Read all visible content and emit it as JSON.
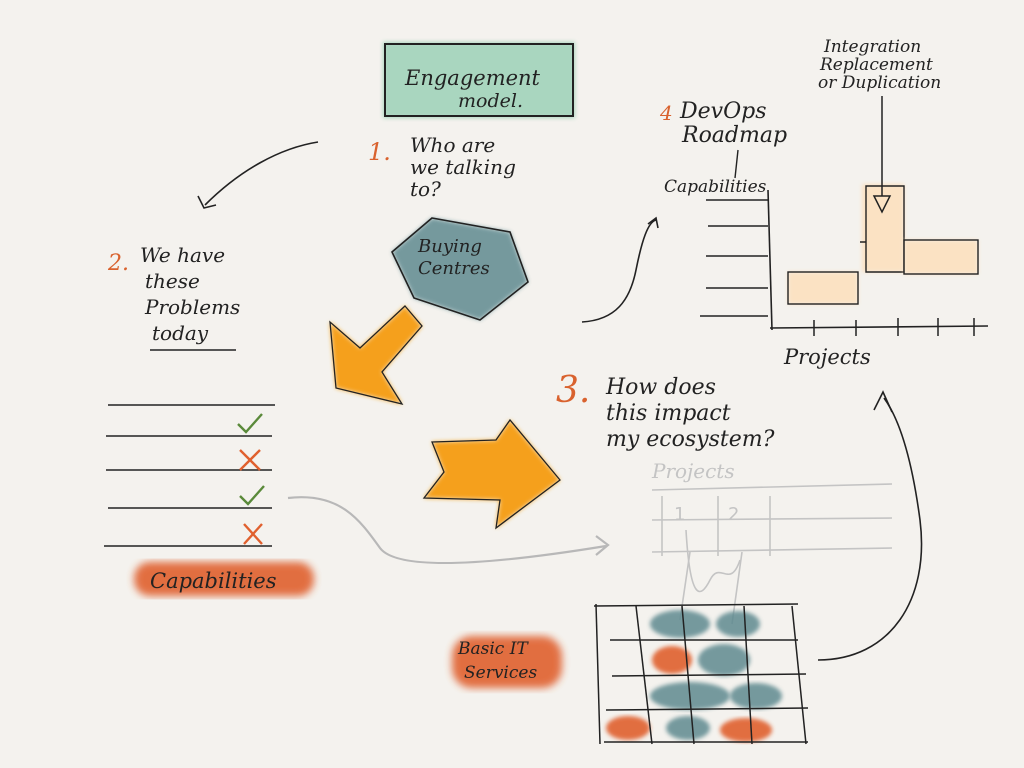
{
  "title": {
    "line1": "Engagement",
    "line2": "model."
  },
  "step1": {
    "number": "1.",
    "lines": [
      "Who are",
      "we talking",
      "to?"
    ]
  },
  "buying_centres": {
    "line1": "Buying",
    "line2": "Centres"
  },
  "step2": {
    "number": "2.",
    "lines": [
      "We have",
      "these",
      "Problems",
      "today"
    ]
  },
  "capabilities_list": {
    "marks": [
      "check",
      "cross",
      "check",
      "cross"
    ],
    "label": "Capabilities"
  },
  "step3": {
    "number": "3.",
    "lines": [
      "How does",
      "this impact",
      "my ecosystem?"
    ]
  },
  "faded_grid": {
    "header": "Projects",
    "cols": [
      "1",
      "2"
    ]
  },
  "basic_it": {
    "line1": "Basic IT",
    "line2": "Services"
  },
  "step4": {
    "number": "4",
    "lines": [
      "DevOps",
      "Roadmap"
    ]
  },
  "roadmap": {
    "ylabel": "Capabilities",
    "xlabel": "Projects",
    "annotation": [
      "Integration",
      "Replacement",
      "or Duplication"
    ]
  },
  "colors": {
    "teal": "#5e8a90",
    "mint": "#a9d6bf",
    "orange": "#f5a01c",
    "rust": "#e0602e",
    "peach": "#fbe2c3",
    "green": "#5a8a3a",
    "ink": "#222222"
  }
}
